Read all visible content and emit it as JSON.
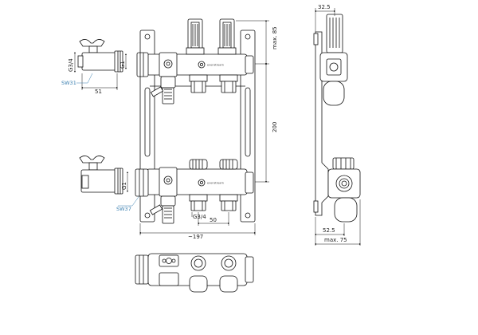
{
  "dimensions": {
    "top_valve_thread": "G3/4",
    "top_valve_outlet": "G1",
    "top_valve_width": "51",
    "bottom_valve_outlet": "G1",
    "outlet_thread": "G3/4",
    "outlet_spacing": "50",
    "overall_width": "~197",
    "height_above_bar": "max. 85",
    "bar_spacing": "200",
    "side_top_offset": "32.5",
    "side_bottom_offset": "52.5",
    "side_depth": "max. 75"
  },
  "leaders": {
    "top_wrench": "SW31",
    "bottom_wrench": "SW37"
  },
  "brand_text": "evenstream",
  "colors": {
    "line": "#111111",
    "dimension": "#111111",
    "leader": "#3a7fb0",
    "fill": "#ffffff"
  }
}
